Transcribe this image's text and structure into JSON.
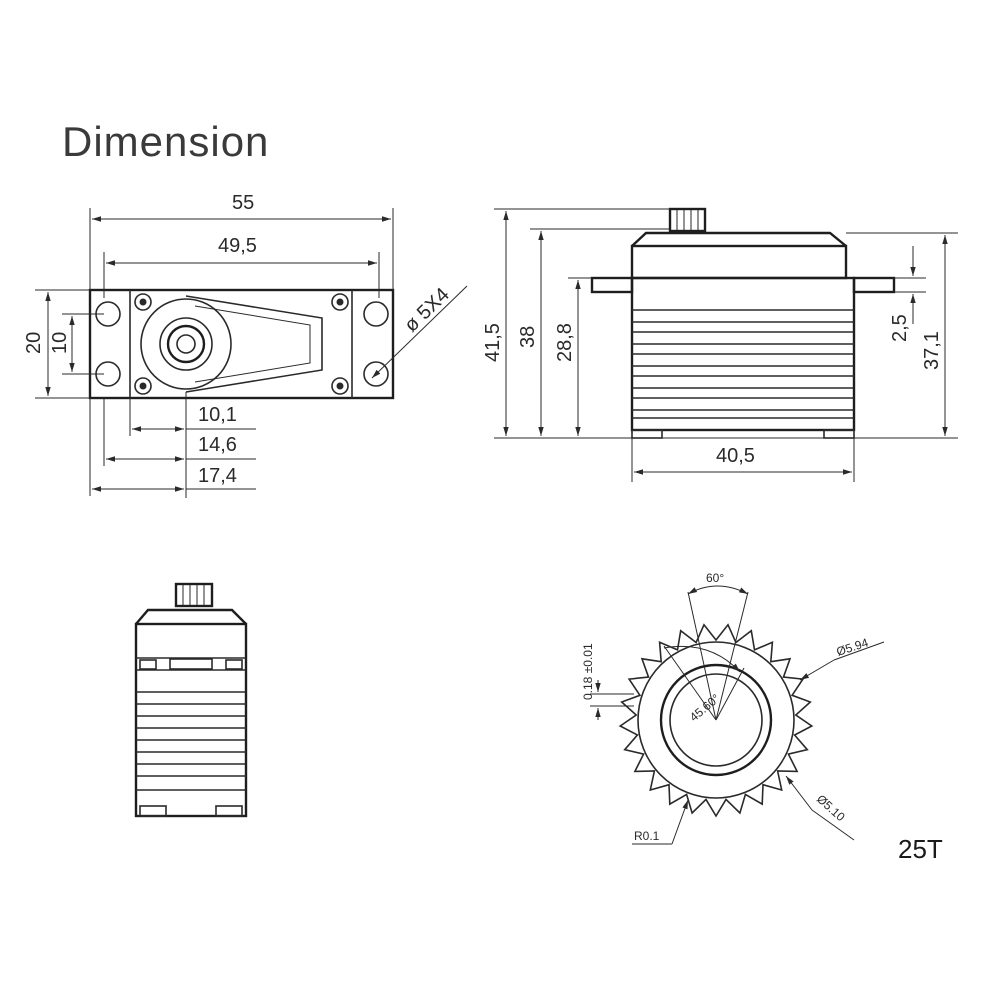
{
  "title": "Dimension",
  "colors": {
    "ink": "#2a2a2a",
    "background": "#ffffff"
  },
  "top_view": {
    "width_overall": "55",
    "hole_spacing": "49,5",
    "height": "20",
    "hole_vertical": "10",
    "hole_label": "ø 5X4",
    "offset_a": "10,1",
    "offset_b": "14,6",
    "offset_c": "17,4"
  },
  "side_view": {
    "total_height": "41,5",
    "body_height": "38",
    "tab_height": "28,8",
    "tab_thickness": "2,5",
    "right_height": "37,1",
    "body_width": "40,5"
  },
  "spline": {
    "angle_top": "60°",
    "tolerance": "0.18 ±0.01",
    "outer_dia": "Ø5.94",
    "inner_angle": "45.60°",
    "root_dia": "Ø5.10",
    "radius": "R0.1",
    "teeth": "25T"
  }
}
